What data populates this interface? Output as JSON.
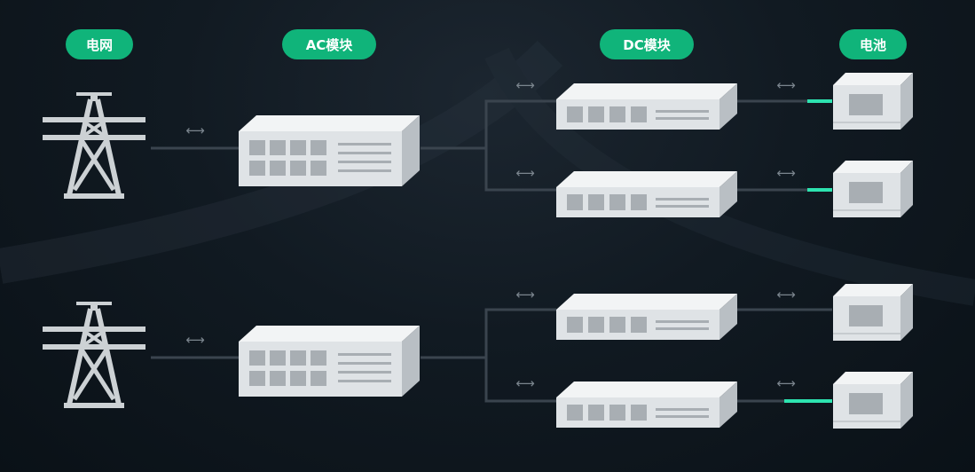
{
  "labels": {
    "grid": "电网",
    "ac_module": "AC模块",
    "dc_module": "DC模块",
    "battery": "电池"
  },
  "arrow_glyph": "⟷",
  "colors": {
    "pill": "#10b47a",
    "active_link": "#2de3b0",
    "wire": "#3a444e",
    "device_face": "#dfe3e6",
    "device_top": "#f2f4f5",
    "device_side": "#b9bfc4",
    "slot": "#a8aeb3"
  },
  "icons": {
    "grid": "power-tower-icon",
    "bidirectional": "bidirectional-arrow-icon"
  }
}
